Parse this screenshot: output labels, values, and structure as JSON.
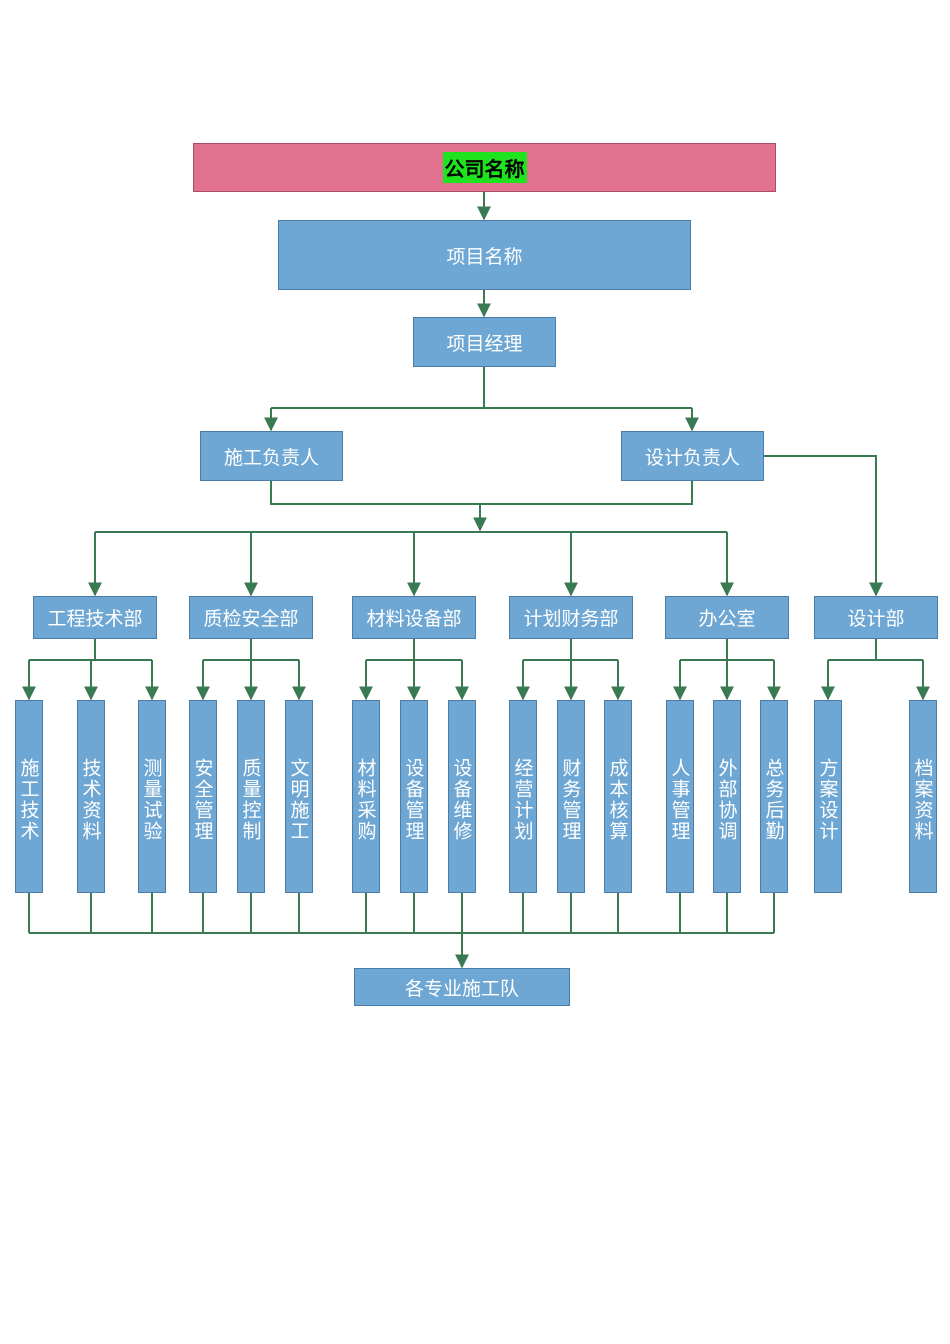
{
  "colors": {
    "box_fill": "#6ea7d4",
    "box_border": "#4a7ca6",
    "company_fill": "#e1728f",
    "company_highlight": "#1ee31e",
    "connector": "#3a7a52"
  },
  "org": {
    "company": "公司名称",
    "project": "项目名称",
    "manager": "项目经理",
    "construction_lead": "施工负责人",
    "design_lead": "设计负责人",
    "departments": {
      "engineering": "工程技术部",
      "quality_safety": "质检安全部",
      "materials": "材料设备部",
      "planning_finance": "计划财务部",
      "office": "办公室",
      "design": "设计部"
    },
    "sub_units": {
      "construction_tech": "施工技术",
      "tech_docs": "技术资料",
      "survey_test": "测量试验",
      "safety_mgmt": "安全管理",
      "quality_ctrl": "质量控制",
      "civil_construction": "文明施工",
      "material_purchase": "材料采购",
      "equipment_mgmt": "设备管理",
      "equipment_repair": "设备维修",
      "business_plan": "经营计划",
      "finance_mgmt": "财务管理",
      "cost_accounting": "成本核算",
      "hr_mgmt": "人事管理",
      "external_coord": "外部协调",
      "logistics": "总务后勤",
      "scheme_design": "方案设计",
      "archives": "档案资料"
    },
    "teams": "各专业施工队"
  }
}
